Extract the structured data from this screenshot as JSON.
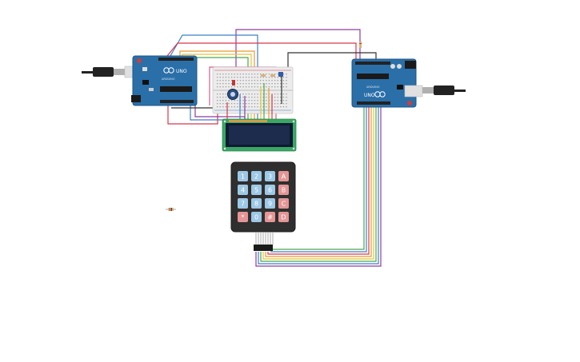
{
  "boards": {
    "left": {
      "label": "UNO",
      "brand": "ARDUINO"
    },
    "right": {
      "label": "UNO",
      "brand": "ARDUINO"
    }
  },
  "keypad": {
    "keys": [
      [
        "1",
        "2",
        "3",
        "A"
      ],
      [
        "4",
        "5",
        "6",
        "B"
      ],
      [
        "7",
        "8",
        "9",
        "C"
      ],
      [
        "*",
        "0",
        "#",
        "D"
      ]
    ]
  },
  "colors": {
    "board": "#2a6fa8",
    "board_dark": "#1d5687",
    "lcd_pcb": "#3aa764",
    "lcd_screen": "#1d2b4d",
    "keypad_body": "#2f2f2f",
    "key_blue": "#9dc8e6",
    "key_red": "#e59595",
    "breadboard": "#ececec",
    "wire_purple": "#8e3e9c",
    "wire_blue": "#3f7fc8",
    "wire_green": "#4aa84a",
    "wire_orange": "#e89a2c",
    "wire_yellow": "#e3c43c",
    "wire_red": "#d8384a",
    "wire_black": "#333333",
    "wire_pink": "#d85a8a"
  }
}
